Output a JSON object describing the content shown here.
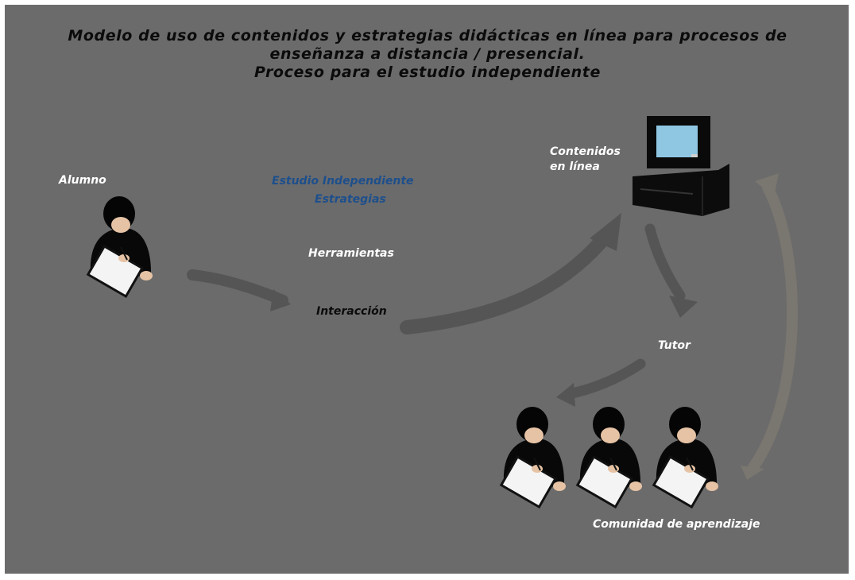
{
  "title": {
    "line1": "Modelo de uso de contenidos y estrategias didácticas en línea para procesos de",
    "line2": "enseñanza a distancia / presencial.",
    "line3": "Proceso para el estudio independiente"
  },
  "labels": {
    "alumno": "Alumno",
    "estudio": "Estudio Independiente",
    "estrategias": "Estrategias",
    "herramientas": "Herramientas",
    "interaccion": "Interacción",
    "contenidos_1": "Contenidos",
    "contenidos_2": "en línea",
    "tutor": "Tutor",
    "comunidad": "Comunidad de aprendizaje"
  },
  "colors": {
    "background": "#6b6b6b",
    "frame": "#ffffff",
    "label_white": "#ffffff",
    "label_blue": "#1d4f8c",
    "label_dark": "#0b0b0b"
  },
  "icons": [
    "student-icon",
    "computer-icon",
    "arrow-icon"
  ]
}
